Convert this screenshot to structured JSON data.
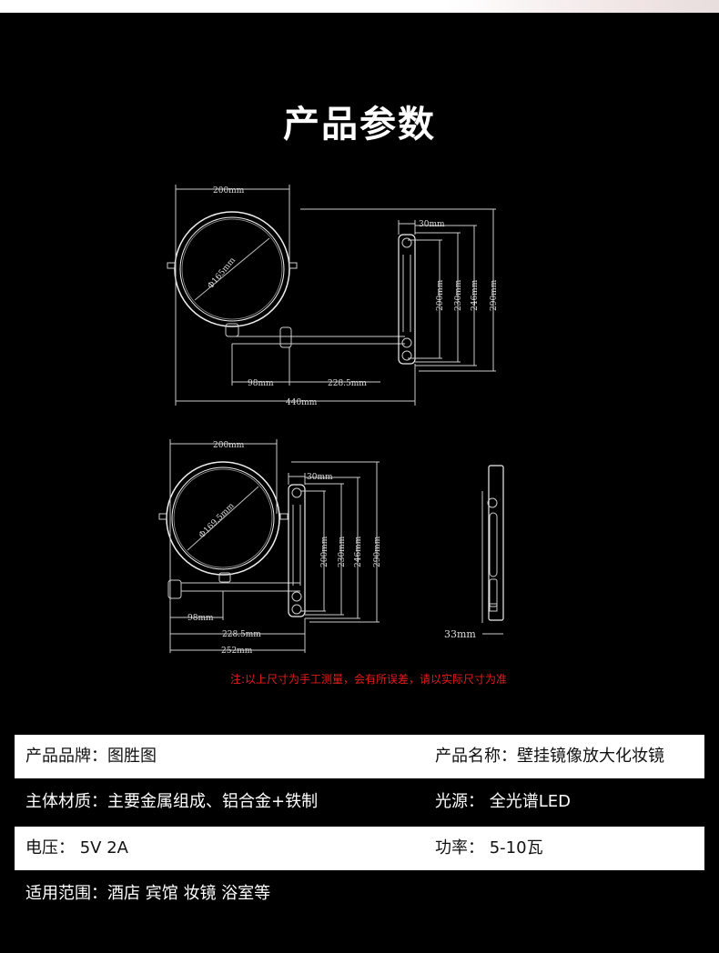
{
  "title": "产品参数",
  "diagram": {
    "top": {
      "width_label": "200mm",
      "diameter_label": "Φ165mm",
      "arm_label": "30mm",
      "h1_label": "200mm",
      "h2_label": "230mm",
      "h3_label": "246mm",
      "h4_label": "290mm",
      "seg1_label": "98mm",
      "seg2_label": "228.5mm",
      "total_label": "440mm"
    },
    "bottom": {
      "width_label": "200mm",
      "diameter_label": "Φ169.5mm",
      "arm_label": "30mm",
      "h1_label": "200mm",
      "h2_label": "230mm",
      "h3_label": "246mm",
      "h4_label": "290mm",
      "seg1_label": "98mm",
      "seg2_label": "228.5mm",
      "total_label": "252mm"
    },
    "side": {
      "depth_label": "33mm"
    }
  },
  "note": "注:以上尺寸为手工测量，会有所误差，请以实际尺寸为准",
  "specs": [
    {
      "left": "产品品牌：图胜图",
      "right": "产品名称：壁挂镜像放大化妆镜",
      "style": "light"
    },
    {
      "left": "主体材质：主要金属组成、铝合金+铁制",
      "right": "光源：  全光谱LED",
      "style": "dark"
    },
    {
      "left": "电压：  5V 2A",
      "right": "功率：   5-10瓦",
      "style": "light"
    },
    {
      "left": "适用范围：酒店 宾馆 妆镜 浴室等",
      "right": "",
      "style": "dark"
    }
  ]
}
